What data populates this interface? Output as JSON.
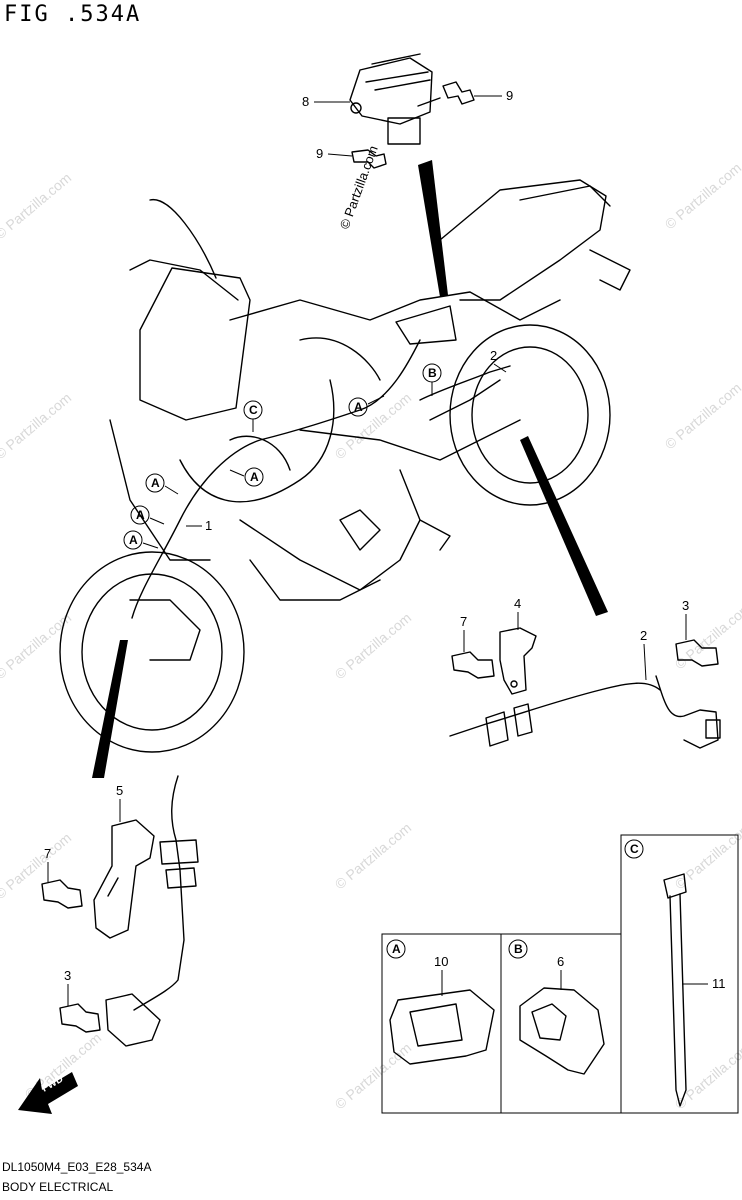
{
  "figure": {
    "title": "FIG .534A",
    "code": "DL1050M4_E03_E28_534A",
    "name": "BODY ELECTRICAL"
  },
  "watermark": {
    "text": "© Partzilla.com"
  },
  "callouts": {
    "p1": "1",
    "p2a": "2",
    "p2b": "2",
    "p3a": "3",
    "p3b": "3",
    "p4": "4",
    "p5": "5",
    "p6": "6",
    "p7a": "7",
    "p7b": "7",
    "p8": "8",
    "p9a": "9",
    "p9b": "9",
    "p10": "10",
    "p11": "11"
  },
  "clamp_labels": {
    "A": "A",
    "B": "B",
    "C": "C"
  },
  "direction_label": "FWD"
}
